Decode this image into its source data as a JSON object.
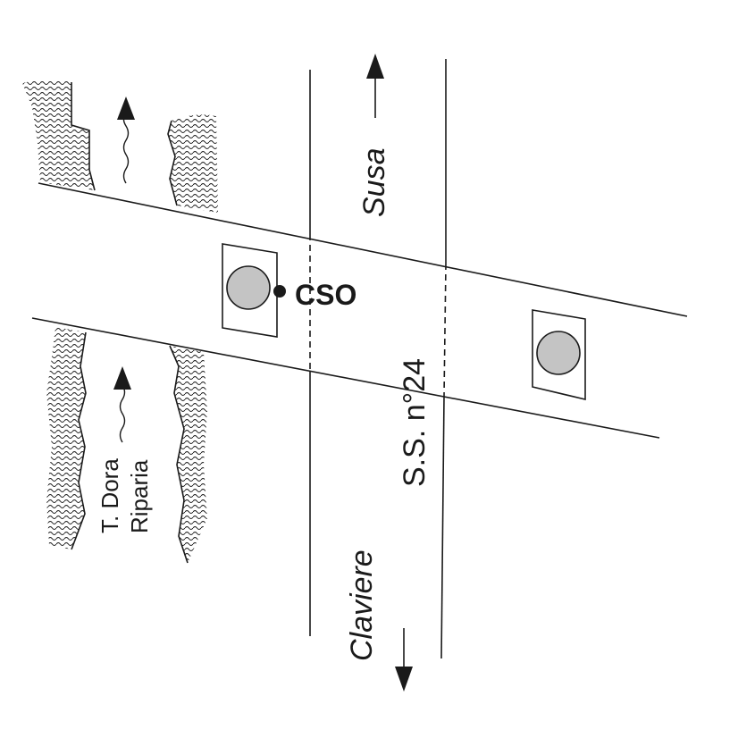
{
  "labels": {
    "susa": "Susa",
    "road": "S.S. n°24",
    "claviere": "Claviere",
    "cso": "CSO",
    "river_line1": "T. Dora",
    "river_line2": "Riparia"
  },
  "colors": {
    "ink": "#1a1a1a",
    "pier_fill": "#c4c4c4",
    "background": "#ffffff"
  }
}
